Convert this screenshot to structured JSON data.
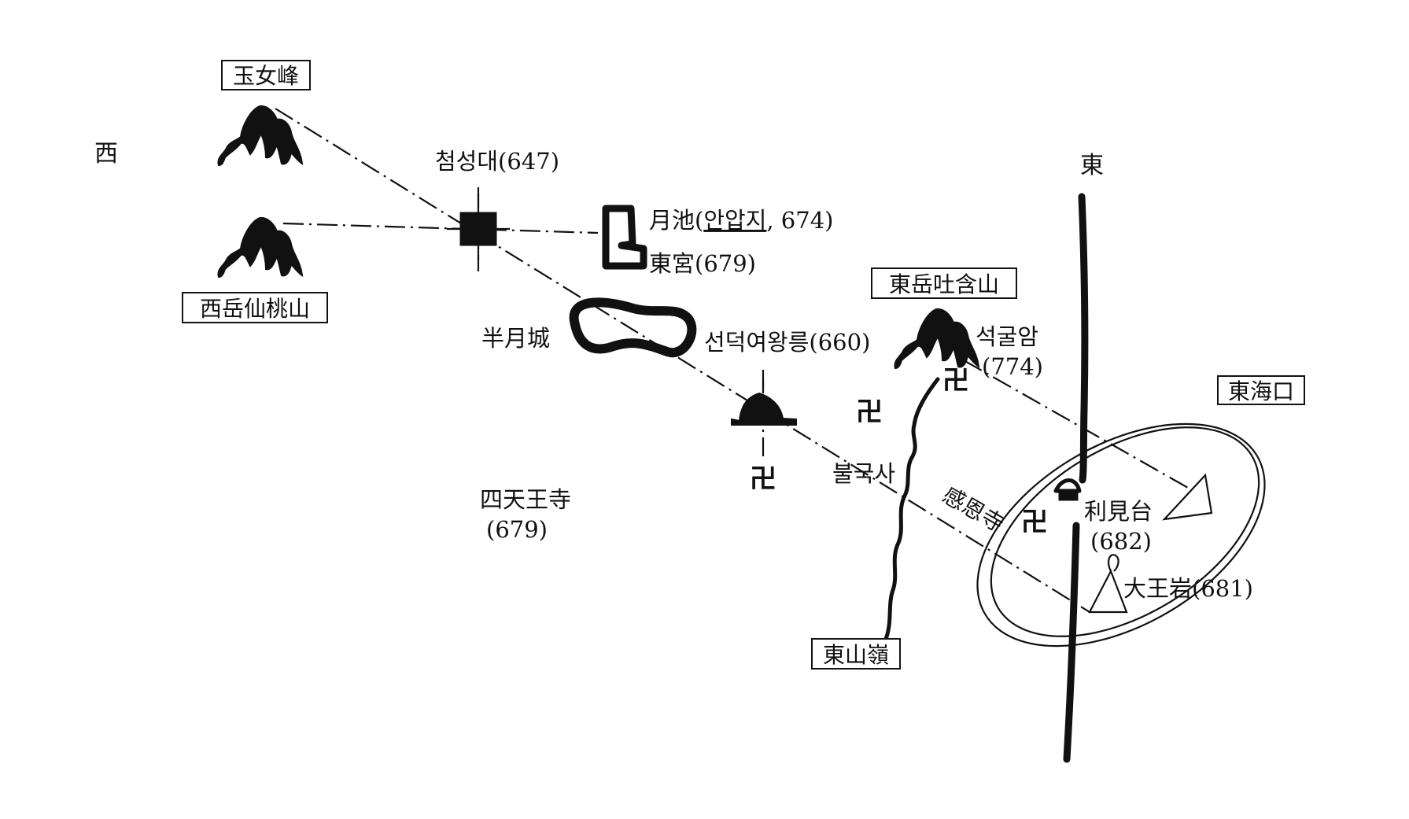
{
  "compass": {
    "west": "西",
    "east": "東"
  },
  "boxed_labels": {
    "okyeobong": "玉女峰",
    "seoak": "西岳仙桃山",
    "dongak": "東岳吐含山",
    "donghaegu": "東海口",
    "dongsanryeong": "東山嶺"
  },
  "places": {
    "cheomseongdae": "첨성대(647)",
    "wolji_prefix": "月池(",
    "wolji_underlined": "안압지",
    "wolji_suffix": ", 674)",
    "donggung": "東宮(679)",
    "banwolseong": "半月城",
    "seondeok": "선덕여왕릉(660)",
    "seokguram_name": "석굴암",
    "seokguram_year": "(774)",
    "bulguksa": "불국사",
    "gameunsa": "感恩寺",
    "sacheonwangsa_name": "四天王寺",
    "sacheonwangsa_year": "(679)",
    "igyeondae_name": "利見台",
    "igyeondae_year": "(682)",
    "daewangam": "大王岩(681)"
  },
  "icons": {
    "mountain": "mountain-icon",
    "temple": "manji-temple-icon",
    "observatory": "observatory-icon",
    "tomb": "royal-tomb-icon",
    "pond": "pond-icon",
    "fortress": "fortress-icon",
    "rock": "triangle-rock-icon"
  },
  "colors": {
    "ink": "#111111",
    "paper": "#ffffff"
  }
}
